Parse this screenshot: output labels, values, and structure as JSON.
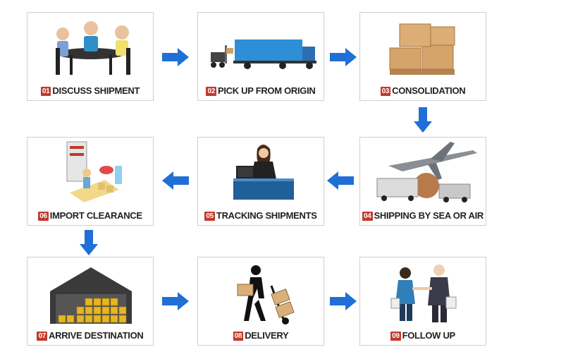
{
  "steps": [
    {
      "num": "01",
      "label": "DISCUSS SHIPMENT",
      "icon": "meeting-icon"
    },
    {
      "num": "02",
      "label": "PICK UP FROM ORIGIN",
      "icon": "truck-forklift-icon"
    },
    {
      "num": "03",
      "label": "CONSOLIDATION",
      "icon": "boxes-pallet-icon"
    },
    {
      "num": "04",
      "label": "SHIPPING BY SEA OR AIR",
      "icon": "plane-globe-truck-icon"
    },
    {
      "num": "05",
      "label": "TRACKING SHIPMENTS",
      "icon": "agent-computer-icon"
    },
    {
      "num": "06",
      "label": "IMPORT CLEARANCE",
      "icon": "customs-clearance-icon"
    },
    {
      "num": "07",
      "label": "ARRIVE DESTINATION",
      "icon": "warehouse-icon"
    },
    {
      "num": "08",
      "label": "DELIVERY",
      "icon": "handtruck-delivery-icon"
    },
    {
      "num": "09",
      "label": "FOLLOW UP",
      "icon": "handshake-icon"
    }
  ],
  "colors": {
    "arrow": "#1f6fd6",
    "number_badge": "#c0392b",
    "border": "#cfcfcf"
  }
}
